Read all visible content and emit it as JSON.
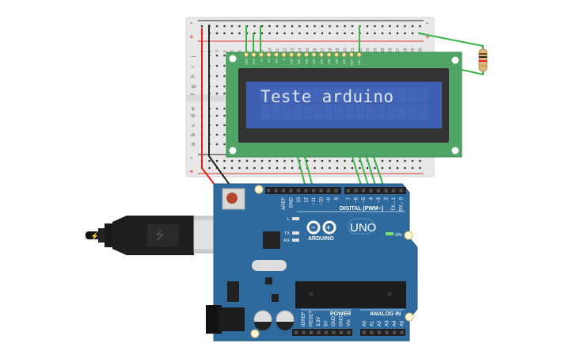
{
  "breadboard": {
    "rail_minus": "-",
    "rail_plus": "+",
    "rows_top": [
      "j",
      "i",
      "h",
      "g",
      "f"
    ],
    "rows_bottom": [
      "e",
      "d",
      "c",
      "b",
      "a"
    ],
    "columns": [
      "1",
      "2",
      "3",
      "4",
      "5",
      "6",
      "7",
      "8",
      "9",
      "10",
      "11",
      "12",
      "13",
      "14",
      "15",
      "16",
      "17",
      "18",
      "19",
      "20",
      "21",
      "22",
      "23",
      "24",
      "25",
      "26",
      "27",
      "28",
      "29",
      "30"
    ]
  },
  "lcd": {
    "text_line1": "Teste arduino",
    "text_line2": "",
    "pins": [
      "GND",
      "VCC",
      "V0",
      "RS",
      "RW",
      "E",
      "DB0",
      "DB1",
      "DB2",
      "DB3",
      "DB4",
      "DB5",
      "DB6",
      "DB7",
      "LED+",
      "LED-"
    ],
    "screen_color": "#3f5fb2",
    "board_color": "#4fa466"
  },
  "arduino": {
    "brand": "ARDUINO",
    "model": "UNO",
    "on_label": "ON",
    "digital_label": "DIGITAL (PWM~)",
    "power_label": "POWER",
    "analog_label": "ANALOG IN",
    "led_labels": [
      "L",
      "TX",
      "RX"
    ],
    "digital_pins_a": [
      "AREF",
      "GND",
      "13",
      "12",
      "~11",
      "~10",
      "~9",
      "8"
    ],
    "digital_pins_b": [
      "7",
      "~6",
      "~5",
      "4",
      "~3",
      "2",
      "TX→1",
      "RX←0"
    ],
    "power_pins": [
      "IOREF",
      "RESET",
      "3.3V",
      "5V",
      "GND",
      "GND",
      "Vin"
    ],
    "analog_pins": [
      "A0",
      "A1",
      "A2",
      "A3",
      "A4",
      "A5"
    ],
    "board_color": "#2f6a9e"
  },
  "usb": {
    "icon": "usb-icon",
    "plug_icon": "lightning-icon"
  }
}
